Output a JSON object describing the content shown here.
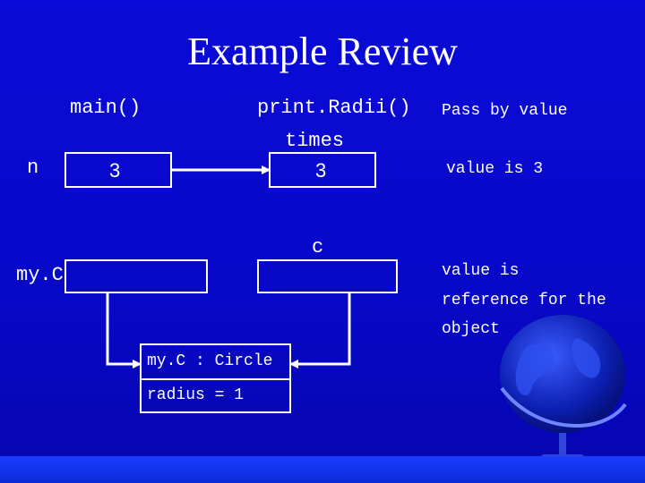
{
  "title": "Example Review",
  "labels": {
    "main": "main()",
    "printRadii": "print.Radii()",
    "times": "times",
    "n": "n",
    "myC": "my.C",
    "c": "c"
  },
  "values": {
    "n_value": "3",
    "times_value": "3"
  },
  "notes": {
    "pass_by_value": "Pass by value",
    "value_is_3": "value is 3",
    "value_is": "value is",
    "reference_for_the": "reference for the",
    "object": "object"
  },
  "object": {
    "header": "my.C : Circle",
    "attribute": "radius = 1"
  },
  "colors": {
    "background": "#0808c8",
    "foreground": "#ffffff"
  }
}
